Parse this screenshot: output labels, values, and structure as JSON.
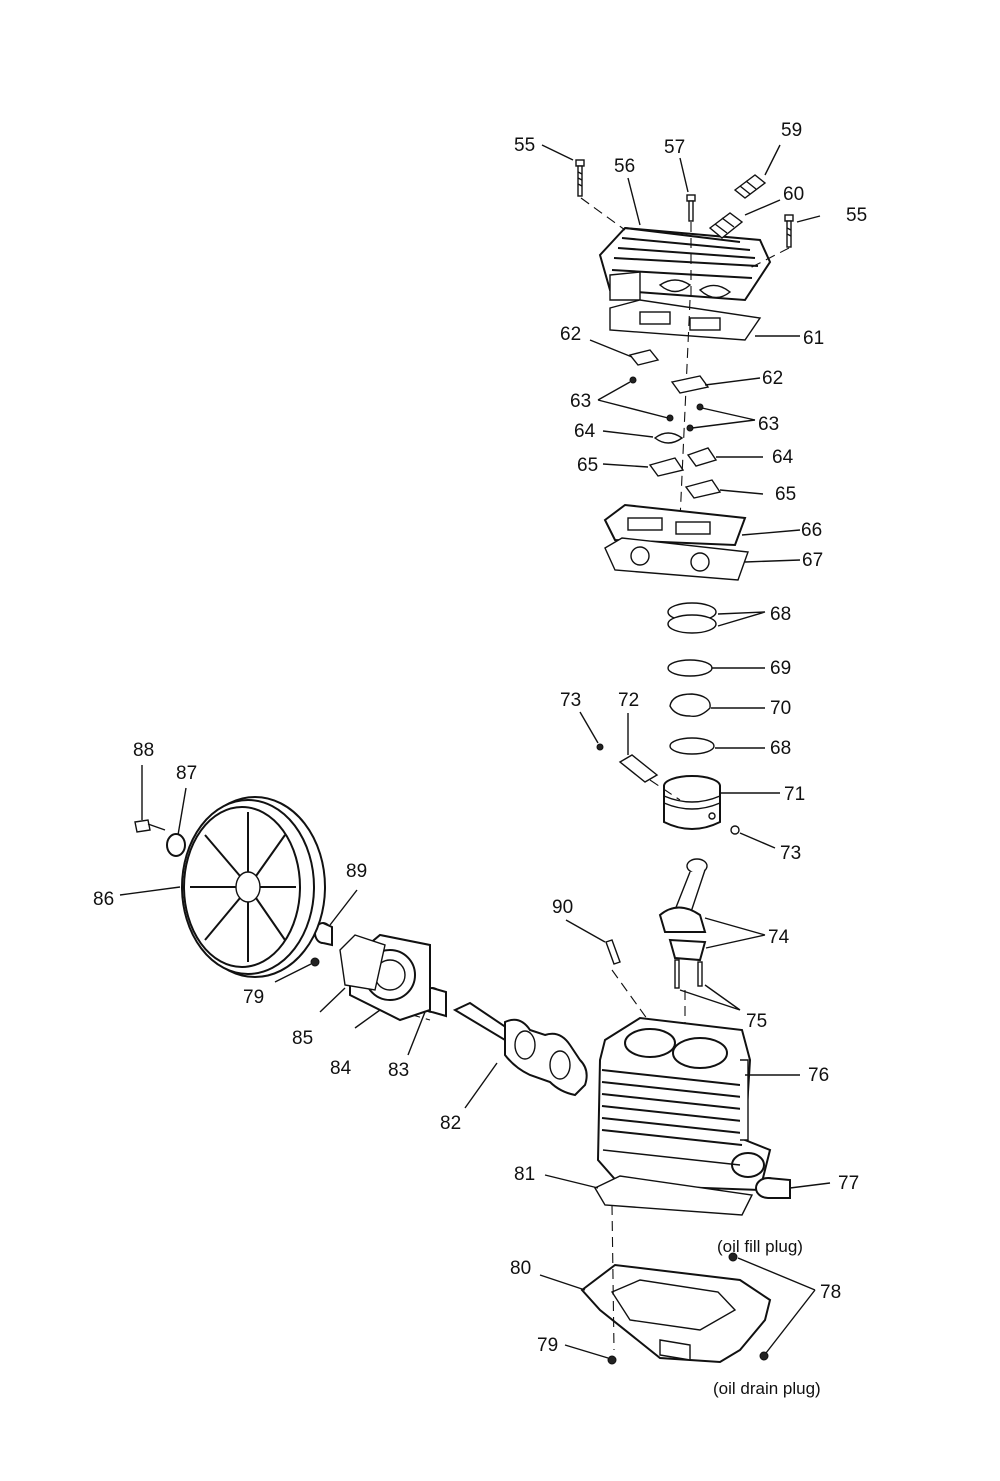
{
  "labels": {
    "p55a": "55",
    "p55b": "55",
    "p56": "56",
    "p57": "57",
    "p59": "59",
    "p60": "60",
    "p61": "61",
    "p62a": "62",
    "p62b": "62",
    "p63a": "63",
    "p63b": "63",
    "p64a": "64",
    "p64b": "64",
    "p65a": "65",
    "p65b": "65",
    "p66": "66",
    "p67": "67",
    "p68a": "68",
    "p68b": "68",
    "p69": "69",
    "p70": "70",
    "p71": "71",
    "p72": "72",
    "p73a": "73",
    "p73b": "73",
    "p74": "74",
    "p75": "75",
    "p76": "76",
    "p77": "77",
    "p78": "78",
    "p79a": "79",
    "p79b": "79",
    "p80": "80",
    "p81": "81",
    "p82": "82",
    "p83": "83",
    "p84": "84",
    "p85": "85",
    "p86": "86",
    "p87": "87",
    "p88": "88",
    "p89": "89",
    "p90": "90"
  },
  "notes": {
    "oil_fill": "(oil fill plug)",
    "oil_drain": "(oil drain plug)"
  }
}
